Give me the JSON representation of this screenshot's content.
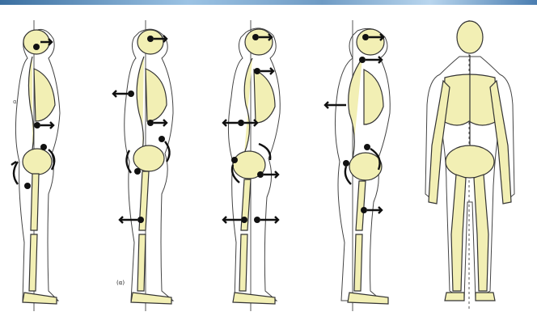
{
  "figure": {
    "panels": [
      {
        "id": "1",
        "view": "side",
        "corner_mark": "α"
      },
      {
        "id": "2",
        "view": "side",
        "corner_mark": "(α)"
      },
      {
        "id": "3",
        "view": "side",
        "corner_mark": ""
      },
      {
        "id": "4",
        "view": "side",
        "corner_mark": ""
      },
      {
        "id": "5",
        "view": "back",
        "corner_mark": ""
      }
    ],
    "colors": {
      "bone": "#f2efb4",
      "outline": "#333333",
      "marker": "#111111",
      "banner": "#6f9bc4"
    }
  }
}
